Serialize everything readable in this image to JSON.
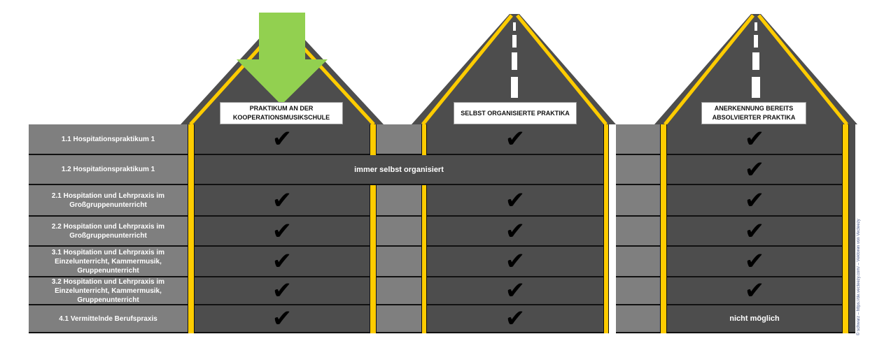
{
  "columns": [
    {
      "title": "PRAKTIKUM AN DER KOOPERATIONSMUSIKSCHULE"
    },
    {
      "title": "SELBST ORGANISIERTE PRAKTIKA"
    },
    {
      "title": "ANERKENNUNG BEREITS ABSOLVIERTER PRAKTIKA"
    }
  ],
  "rows": [
    {
      "label": "1.1 Hospitationspraktikum 1",
      "cells": [
        "check",
        "check",
        "check"
      ]
    },
    {
      "label": "1.2 Hospitationspraktikum 1",
      "span_text": "immer selbst organisiert",
      "cells": [
        "span",
        "span",
        "check"
      ]
    },
    {
      "label": "2.1 Hospitation und Lehrpraxis im Großgruppenunterricht",
      "cells": [
        "check",
        "check",
        "check"
      ]
    },
    {
      "label": "2.2 Hospitation und Lehrpraxis im Großgruppenunterricht",
      "cells": [
        "check",
        "check",
        "check"
      ]
    },
    {
      "label": "3.1 Hospitation und Lehrpraxis im Einzelunterricht, Kammermusik, Gruppenunterricht",
      "cells": [
        "check",
        "check",
        "check"
      ]
    },
    {
      "label": "3.2 Hospitation und Lehrpraxis im Einzelunterricht, Kammermusik, Gruppenunterricht",
      "cells": [
        "check",
        "check",
        "check"
      ]
    },
    {
      "label": "4.1 Vermittelnde Berufspraxis",
      "cells": [
        "check",
        "check",
        "nicht möglich"
      ]
    }
  ],
  "check_symbol": "✔",
  "highlight": {
    "column": 0,
    "arrow_color": "#92d050"
  },
  "colors": {
    "road": "#4d4d4d",
    "median": "#7f7f7f",
    "line": "#ffcc00"
  },
  "credit": "© schwarz – https://de.vecteezy.com/ – Vektoren von Vecteezy"
}
